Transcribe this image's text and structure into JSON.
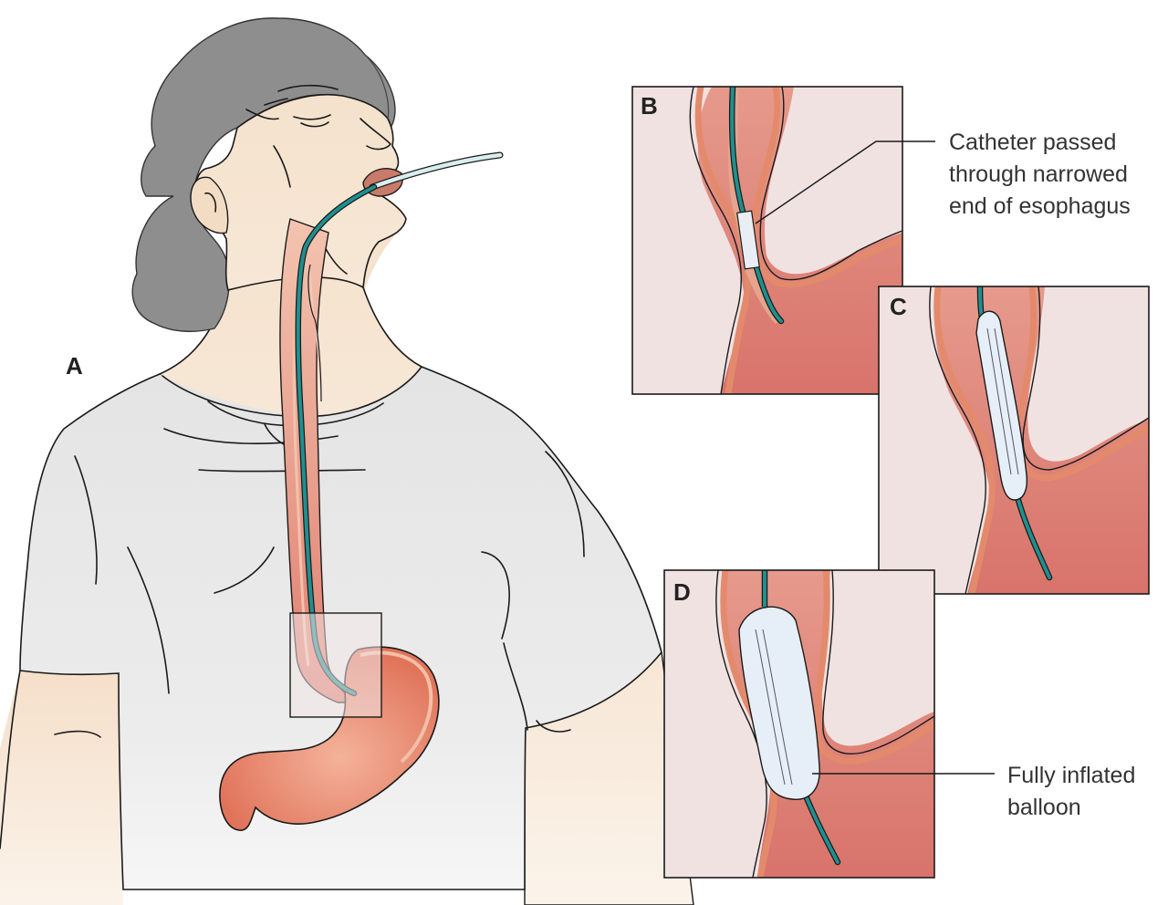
{
  "figure": {
    "panels": [
      {
        "id": "A",
        "label": "A"
      },
      {
        "id": "B",
        "label": "B"
      },
      {
        "id": "C",
        "label": "C"
      },
      {
        "id": "D",
        "label": "D"
      }
    ],
    "callouts": {
      "catheter": [
        "Catheter passed",
        "through narrowed",
        "end of esophagus"
      ],
      "balloon": [
        "Fully inflated",
        "balloon"
      ]
    },
    "colors": {
      "skin": "#f3dfc8",
      "hair": "#8c8c8c",
      "shirt": "#e8e8e8",
      "esophagus": "#e0887c",
      "esophagus_wall": "#f0b898",
      "stomach": "#e4786a",
      "catheter": "#1f8f8f",
      "balloon": "#e4ecf5",
      "inset_bg": "#f0e2e2",
      "inset_tissue": "#d9736b"
    }
  }
}
